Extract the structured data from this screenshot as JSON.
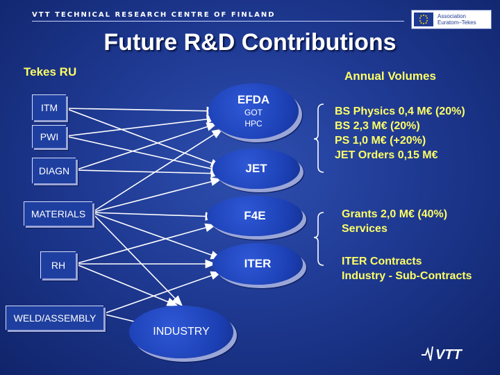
{
  "header": {
    "org": "VTT TECHNICAL RESEARCH CENTRE OF FINLAND",
    "logo_line1": "Association",
    "logo_line2": "Euratom–Tekes"
  },
  "title": "Future R&D Contributions",
  "left_heading": "Tekes RU",
  "right_heading": "Annual Volumes",
  "sources": [
    "ITM",
    "PWI",
    "DIAGN",
    "MATERIALS",
    "RH",
    "WELD/ASSEMBLY"
  ],
  "targets": {
    "efda": {
      "label": "EFDA",
      "sub1": "GOT",
      "sub2": "HPC"
    },
    "jet": "JET",
    "f4e": "F4E",
    "iter": "ITER",
    "industry": "INDUSTRY"
  },
  "volumes": {
    "group1": [
      "BS Physics 0,4 M€ (20%)",
      "BS  2,3 M€ (20%)",
      "PS   1,0 M€ (+20%)",
      "JET Orders  0,15 M€"
    ],
    "group2": [
      "Grants  2,0 M€ (40%)",
      "Services"
    ],
    "group3": [
      "ITER Contracts",
      "Industry - Sub-Contracts"
    ]
  },
  "colors": {
    "accent_yellow": "#ffff66",
    "background": "#1f3a93",
    "box_fill": "#1f3fa0"
  },
  "logo": "VTT"
}
